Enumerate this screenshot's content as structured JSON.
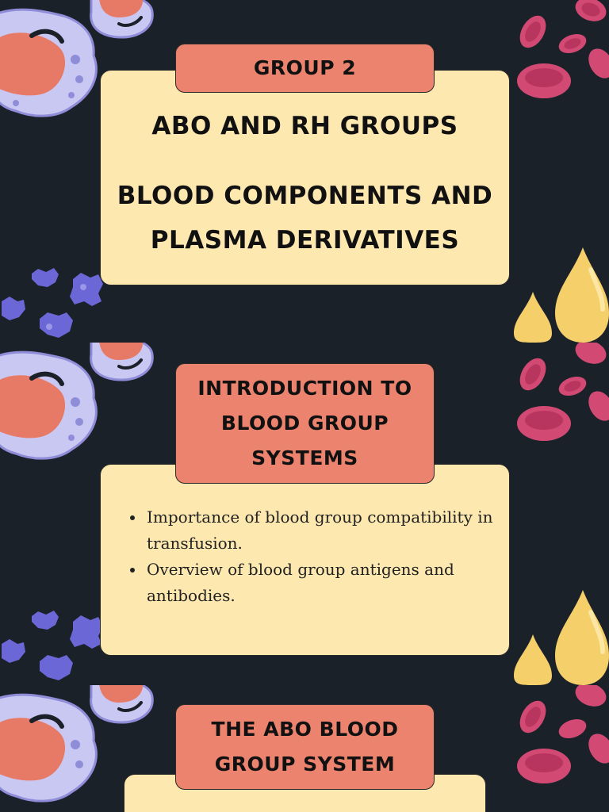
{
  "colors": {
    "background": "#1b2129",
    "card": "#fde8b0",
    "tab": "#ec836e",
    "cell_purple": "#b7b6ee",
    "cell_nucleus": "#e77a66",
    "red_cell": "#d24a74",
    "droplet": "#f5cf6a",
    "bacteria": "#6b67d6"
  },
  "icons": [
    "white-blood-cell-icon",
    "red-blood-cell-icon",
    "droplet-icon",
    "bacteria-icon"
  ],
  "section1": {
    "tab_label": "GROUP 2",
    "title_lines": [
      "ABO AND RH GROUPS",
      "BLOOD COMPONENTS AND",
      "PLASMA DERIVATIVES"
    ]
  },
  "section2": {
    "tab_lines": [
      "INTRODUCTION TO",
      "BLOOD GROUP",
      "SYSTEMS"
    ],
    "bullets": [
      "Importance of blood group compatibility in transfusion.",
      "Overview of blood group antigens and antibodies."
    ]
  },
  "section3": {
    "tab_lines": [
      "THE ABO BLOOD",
      "GROUP SYSTEM"
    ]
  }
}
